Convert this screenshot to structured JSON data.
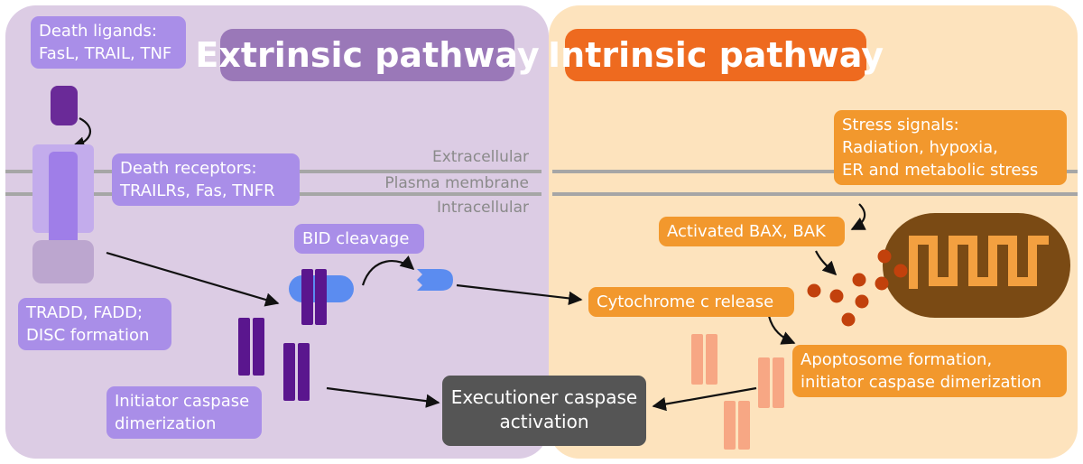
{
  "panels": {
    "extrinsic_title": "Extrinsic pathway",
    "intrinsic_title": "Intrinsic pathway"
  },
  "membrane": {
    "extracellular": "Extracellular",
    "plasma_membrane": "Plasma membrane",
    "intracellular": "Intracellular"
  },
  "labels": {
    "death_ligands": [
      "Death ligands:",
      "FasL, TRAIL, TNF"
    ],
    "death_receptors": [
      "Death receptors:",
      "TRAILRs, Fas, TNFR"
    ],
    "tradd_fadd": [
      "TRADD, FADD;",
      "DISC formation"
    ],
    "initiator_dimerization": [
      "Initiator caspase",
      "dimerization"
    ],
    "bid_cleavage": "BID cleavage",
    "executioner": [
      "Executioner caspase",
      "activation"
    ],
    "stress_signals": [
      "Stress signals:",
      "Radiation, hypoxia,",
      "ER and metabolic stress"
    ],
    "activated_bax": "Activated BAX, BAK",
    "cytochrome_release": "Cytochrome c release",
    "apoptosome": [
      "Apoptosome formation,",
      "initiator caspase dimerization"
    ]
  },
  "colors": {
    "extrinsic_bg": "#dccce4",
    "intrinsic_bg": "#fde3bd",
    "extrinsic_accent": "#9a78b8",
    "intrinsic_accent": "#ee6a1f",
    "label_purple": "#a98ee8",
    "label_orange": "#f2982d",
    "caspase_purple": "#5a168e",
    "caspase_orange": "#f7a784",
    "cytochrome_red": "#c2410c",
    "mitochondrion_brown": "#7a4a14",
    "bid_blue": "#5b8cf0"
  }
}
